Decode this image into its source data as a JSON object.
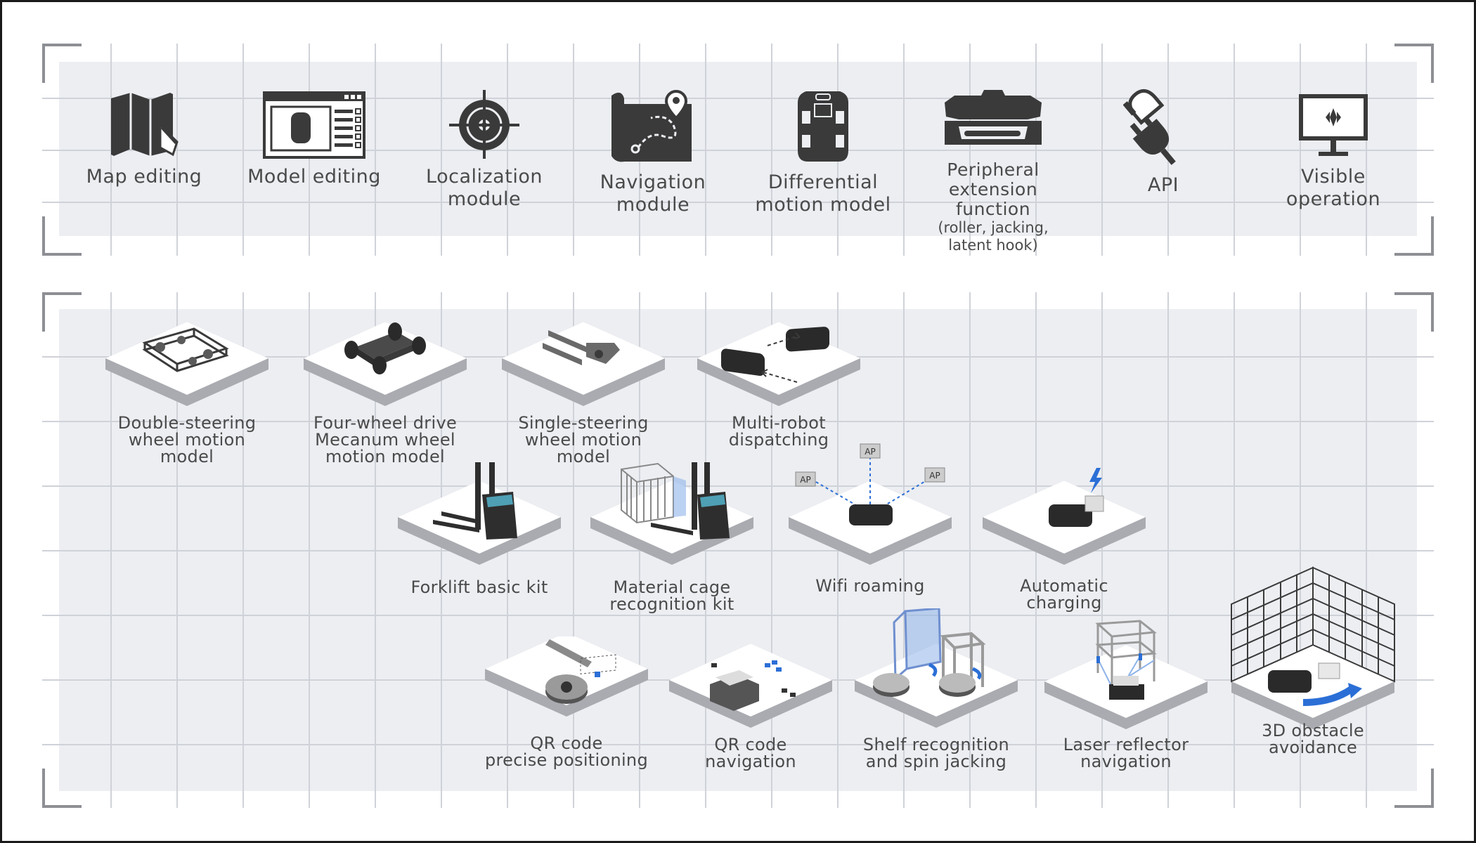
{
  "top_features": [
    {
      "label": "Map editing",
      "icon": "map-icon"
    },
    {
      "label": "Model editing",
      "icon": "model-window-icon"
    },
    {
      "label": "Localization\nmodule",
      "icon": "crosshair-icon"
    },
    {
      "label": "Navigation\nmodule",
      "icon": "navigation-map-icon"
    },
    {
      "label": "Differential\nmotion model",
      "icon": "robot-chassis-icon"
    },
    {
      "label": "Peripheral\nextension function",
      "sublabel": "(roller, jacking,\nlatent hook)",
      "icon": "peripheral-device-icon"
    },
    {
      "label": "API",
      "icon": "plug-icon"
    },
    {
      "label": "Visible\noperation",
      "icon": "monitor-icon"
    }
  ],
  "kits": [
    {
      "label": "Double-steering\nwheel motion model",
      "icon": "double-steering-frame-icon"
    },
    {
      "label": "Four-wheel drive\nMecanum wheel\nmotion model",
      "icon": "mecanum-chassis-icon"
    },
    {
      "label": "Single-steering\nwheel motion model",
      "icon": "single-steering-fork-icon"
    },
    {
      "label": "Multi-robot\ndispatching",
      "icon": "multi-robot-icon"
    },
    {
      "label": "Forklift basic kit",
      "icon": "forklift-icon"
    },
    {
      "label": "Material cage\nrecognition kit",
      "icon": "cage-forklift-icon"
    },
    {
      "label": "Wifi roaming",
      "icon": "wifi-ap-icon",
      "ap_label": "AP"
    },
    {
      "label": "Automatic charging",
      "icon": "charging-icon"
    },
    {
      "label": "QR code\nprecise positioning",
      "icon": "qr-positioning-icon"
    },
    {
      "label": "QR code\nnavigation",
      "icon": "qr-navigation-icon"
    },
    {
      "label": "Shelf recognition\nand spin jacking",
      "icon": "shelf-jacking-icon"
    },
    {
      "label": "Laser reflector\nnavigation",
      "icon": "laser-reflector-icon"
    },
    {
      "label": "3D obstacle\navoidance",
      "icon": "obstacle-3d-icon"
    }
  ],
  "colors": {
    "panel_bg": "#eceef2",
    "grid_line": "#cfd2d8",
    "corner": "#8d8f94",
    "icon_dark": "#3a3a3a",
    "accent_blue": "#2b6fd6",
    "tile_top": "#ffffff",
    "tile_side": "#a9abb0"
  }
}
